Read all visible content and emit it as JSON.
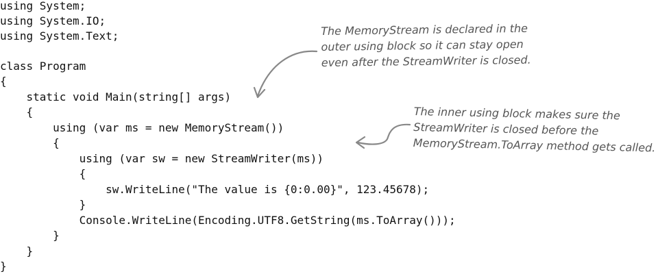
{
  "code": {
    "lines": [
      "using System;",
      "using System.IO;",
      "using System.Text;",
      "",
      "class Program",
      "{",
      "    static void Main(string[] args)",
      "    {",
      "        using (var ms = new MemoryStream())",
      "        {",
      "            using (var sw = new StreamWriter(ms))",
      "            {",
      "                sw.WriteLine(\"The value is {0:0.00}\", 123.45678);",
      "            }",
      "            Console.WriteLine(Encoding.UTF8.GetString(ms.ToArray()));",
      "        }",
      "    }",
      "}"
    ]
  },
  "annotations": {
    "outer_note": [
      "The MemoryStream is declared in the",
      "outer using block so it can stay open",
      "even after the StreamWriter is closed."
    ],
    "inner_note": [
      "The inner using block makes sure the",
      "StreamWriter is closed before the",
      "MemoryStream.ToArray method gets called."
    ]
  }
}
